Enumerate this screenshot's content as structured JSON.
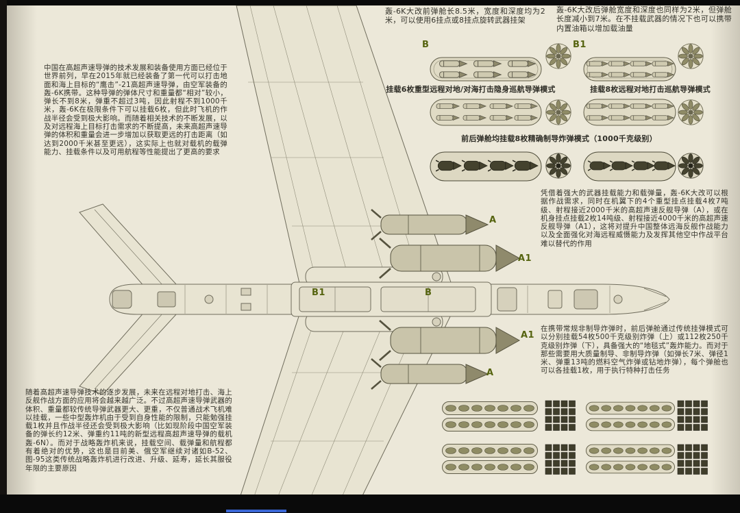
{
  "meta": {
    "description": "Infographic page: top view line drawing of H-6K bomber with weapon-bay and missile loadout diagrams",
    "background_color": "#ece8d9",
    "accent_label_color": "#55630f"
  },
  "notes": {
    "front_bay": "轰-6K大改前弹舱长8.5米，宽度和深度均为2米，可以使用6挂点或8挂点旋转武器挂架",
    "rear_bay": "轰-6K大改后弹舱宽度和深度也同样为2米，但弹舱长度减小到7米。在不挂载武器的情况下也可以携带内置油箱以增加载油量"
  },
  "captions": {
    "six_missiles": "挂载6枚重型远程对地/对海打击隐身巡航导弹模式",
    "eight_missiles": "挂载8枚远程对地打击巡航导弹模式",
    "precision": "前后弹舱均挂载8枚精确制导炸弹模式（1000千克级别）"
  },
  "paragraphs": {
    "left_top": "中国在高超声速导弹的技术发展和装备使用方面已经位于世界前列，早在2015年就已经装备了第一代可以打击地面和海上目标的“鹰击”-21高超声速导弹，由空军装备的轰-6K携带。这种导弹的弹体尺寸和重量都“相对”较小，弹长不到8米，弹重不超过3吨，因此射程不到1000千米，轰-6K在极限条件下可以挂载6枚，但此时飞机的作战半径会受到极大影响。而随着相关技术的不断发展，以及对远程海上目标打击需求的不断提高，未来高超声速导弹的体积和重量会进一步增加以获取更远的打击距离（如达到2000千米甚至更远），这实际上也就对载机的载弹能力、挂载条件以及可用航程等性能提出了更高的要求",
    "left_bottom": "随着高超声速导弹技术的逐步发展，未来在远程对地打击、海上反舰作战方面的应用将会越来越广泛。不过高超声速导弹武器的体积、重量都较传统导弹武器更大、更重，不仅普通战术飞机难以挂载，一些中型轰炸机由于受到自身性能的限制，只能勉强挂载1枚并且作战半径还会受到极大影响（比如现阶段中国空军装备的弹长约12米、弹重约11吨的新型远程高超声速导弹的载机轰-6N）。而对于战略轰炸机来说，挂载空间、载弹量和航程都有着绝对的优势，这也是目前美、俄空军继续对诸如B-52、图-95这类传统战略轰炸机进行改进、升级、延寿，延长其服役年限的主要原因",
    "right_weapons": "凭借着强大的武器挂载能力和载弹量，轰-6K大改可以根据作战需求，同时在机翼下的4个重型挂点挂载4枚7吨级、射程接近2000千米的高超声速反舰导弹（A），或在机身挂点挂载2枚14吨级、射程接近4000千米的高超声速反舰导弹（A1），这将对提升中国整体远海反舰作战能力以及全面强化对海远程威慑能力及发挥其他空中作战平台难以替代的作用",
    "right_bombs": "在携带常规非制导炸弹时，前后弹舱通过传统挂弹模式可以分别挂载54枚500千克级别炸弹（上）或112枚250千克级别炸弹（下），具备强大的“地毯式”轰炸能力。而对于那些需要用大质量制导、非制导炸弹（如弹长7米、弹径1米、弹重13吨的燃料空气炸弹或钻地炸弹），每个弹舱也可以各挂载1枚，用于执行特种打击任务"
  },
  "labels": {
    "b": "B",
    "b1": "B1",
    "a": "A",
    "a1": "A1"
  }
}
